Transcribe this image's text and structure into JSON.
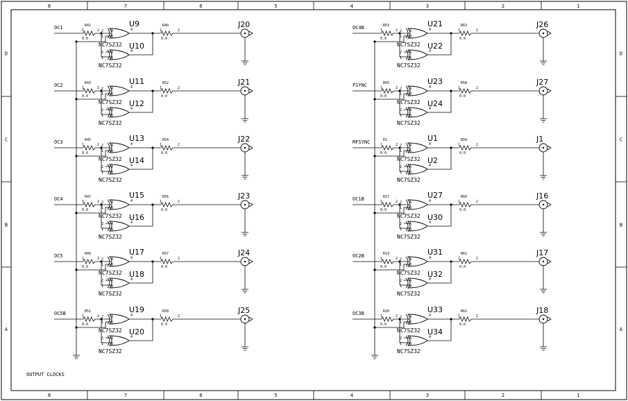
{
  "frame": {
    "columns": [
      "8",
      "7",
      "6",
      "5",
      "4",
      "3",
      "2",
      "1"
    ],
    "rows": [
      "D",
      "C",
      "B",
      "A"
    ]
  },
  "title": "OUTPUT CLOCKS",
  "channels": [
    {
      "input": "OC1",
      "r_in": "R41",
      "r_in_val": "0.0",
      "gate_a": "U9",
      "gate_b": "U10",
      "part": "NC7SZ32",
      "r_out": "R40",
      "r_out_val": "0.0",
      "conn": "J20"
    },
    {
      "input": "OC2",
      "r_in": "R43",
      "r_in_val": "0.0",
      "gate_a": "U11",
      "gate_b": "U12",
      "part": "NC7SZ32",
      "r_out": "R52",
      "r_out_val": "0.0",
      "conn": "J21"
    },
    {
      "input": "OC3",
      "r_in": "R45",
      "r_in_val": "0.0",
      "gate_a": "U13",
      "gate_b": "U14",
      "part": "NC7SZ32",
      "r_out": "R54",
      "r_out_val": "0.0",
      "conn": "J22"
    },
    {
      "input": "OC4",
      "r_in": "R47",
      "r_in_val": "0.0",
      "gate_a": "U15",
      "gate_b": "U16",
      "part": "NC7SZ32",
      "r_out": "R56",
      "r_out_val": "0.0",
      "conn": "J23"
    },
    {
      "input": "OC5",
      "r_in": "R49",
      "r_in_val": "0.0",
      "gate_a": "U17",
      "gate_b": "U18",
      "part": "NC7SZ32",
      "r_out": "R57",
      "r_out_val": "0.0",
      "conn": "J24"
    },
    {
      "input": "OC5B",
      "r_in": "R51",
      "r_in_val": "0.0",
      "gate_a": "U19",
      "gate_b": "U20",
      "part": "NC7SZ32",
      "r_out": "R58",
      "r_out_val": "0.0",
      "conn": "J25"
    },
    {
      "input": "OC4B",
      "r_in": "R53",
      "r_in_val": "0.0",
      "gate_a": "U21",
      "gate_b": "U22",
      "part": "NC7SZ32",
      "r_out": "R63",
      "r_out_val": "0.0",
      "conn": "J26"
    },
    {
      "input": "FSYNC",
      "r_in": "R65",
      "r_in_val": "0.0",
      "gate_a": "U23",
      "gate_b": "U24",
      "part": "NC7SZ32",
      "r_out": "R58",
      "r_out_val": "0.0",
      "conn": "J27"
    },
    {
      "input": "MFSYNC",
      "r_in": "R1",
      "r_in_val": "0.0",
      "gate_a": "U1",
      "gate_b": "U2",
      "part": "NC7SZ32",
      "r_out": "R59",
      "r_out_val": "0.0",
      "conn": "J1"
    },
    {
      "input": "OC1B",
      "r_in": "R17",
      "r_in_val": "0.0",
      "gate_a": "U27",
      "gate_b": "U30",
      "part": "NC7SZ32",
      "r_out": "R60",
      "r_out_val": "0.0",
      "conn": "J16"
    },
    {
      "input": "OC2B",
      "r_in": "R19",
      "r_in_val": "0.0",
      "gate_a": "U31",
      "gate_b": "U32",
      "part": "NC7SZ32",
      "r_out": "R61",
      "r_out_val": "0.0",
      "conn": "J17"
    },
    {
      "input": "OC3B",
      "r_in": "R20",
      "r_in_val": "0.0",
      "gate_a": "U33",
      "gate_b": "U34",
      "part": "NC7SZ32",
      "r_out": "R62",
      "r_out_val": "0.0",
      "conn": "J18"
    }
  ]
}
